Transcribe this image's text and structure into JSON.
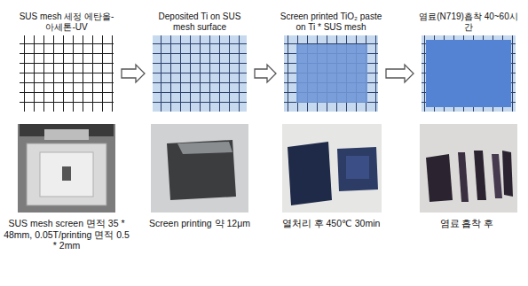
{
  "diagram": {
    "nodes": [
      {
        "text": [
          "SUS mesh 세정 에탄올-아세톤-UV"
        ]
      },
      {
        "text": [
          "Deposited Ti on SUS mesh surface"
        ]
      },
      {
        "text": [
          "Screen printed TiO₂ paste on Ti * SUS mesh"
        ]
      },
      {
        "text": [
          "염료(N719)흡착 40~60시간"
        ]
      }
    ],
    "edges": [
      {
        "from": 0,
        "to": 1,
        "arrow": "to"
      },
      {
        "from": 1,
        "to": 2,
        "arrow": "to"
      },
      {
        "from": 2,
        "to": 3,
        "arrow": "to"
      }
    ],
    "labels": [
      "SUS mesh screen 면적 35 * 48mm, 0.05T/printing 면적 0.5 * 2mm",
      "Screen printing 약 12μm",
      "열처리 후 450℃ 30min",
      "염료 흡착 후"
    ]
  }
}
